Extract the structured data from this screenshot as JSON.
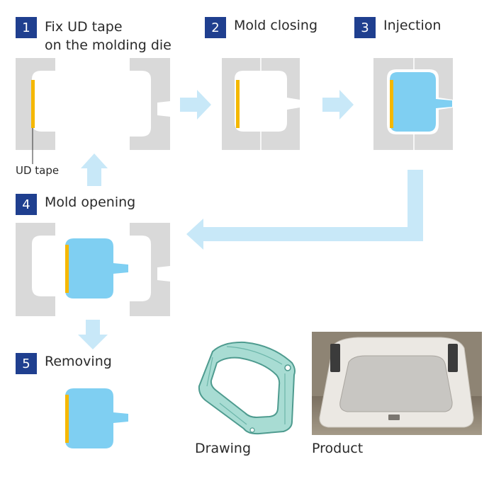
{
  "steps": [
    {
      "number": "1",
      "line1": "Fix UD tape",
      "line2": "on the molding die"
    },
    {
      "number": "2",
      "label": "Mold closing"
    },
    {
      "number": "3",
      "label": "Injection"
    },
    {
      "number": "4",
      "label": "Mold opening"
    },
    {
      "number": "5",
      "label": "Removing"
    }
  ],
  "callouts": {
    "ud_tape": "UD tape"
  },
  "images": {
    "drawing_caption": "Drawing",
    "product_caption": "Product"
  },
  "colors": {
    "badge": "#1f3f8f",
    "mold": "#d9d9d9",
    "tape": "#f5b800",
    "resin": "#7fcff2",
    "arrow": "#c8e8f8"
  }
}
